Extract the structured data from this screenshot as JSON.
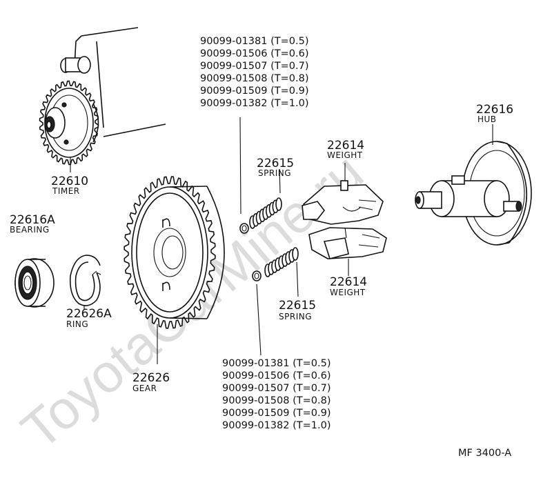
{
  "watermark": "ToyotaCarMine.ru",
  "diagram_code": "MF 3400-A",
  "parts": {
    "timer": {
      "number": "22610",
      "name": "TIMER"
    },
    "bearing": {
      "number": "22616A",
      "name": "BEARING"
    },
    "ring": {
      "number": "22626A",
      "name": "RING"
    },
    "gear": {
      "number": "22626",
      "name": "GEAR"
    },
    "spring_top": {
      "number": "22615",
      "name": "SPRING"
    },
    "spring_bottom": {
      "number": "22615",
      "name": "SPRING"
    },
    "weight_top": {
      "number": "22614",
      "name": "WEIGHT"
    },
    "weight_bottom": {
      "number": "22614",
      "name": "WEIGHT"
    },
    "hub": {
      "number": "22616",
      "name": "HUB"
    }
  },
  "shims_top": [
    "90099-01381 (T=0.5)",
    "90099-01506 (T=0.6)",
    "90099-01507 (T=0.7)",
    "90099-01508 (T=0.8)",
    "90099-01509 (T=0.9)",
    "90099-01382 (T=1.0)"
  ],
  "shims_bottom": [
    "90099-01381 (T=0.5)",
    "90099-01506 (T=0.6)",
    "90099-01507 (T=0.7)",
    "90099-01508 (T=0.8)",
    "90099-01509 (T=0.9)",
    "90099-01382 (T=1.0)"
  ]
}
